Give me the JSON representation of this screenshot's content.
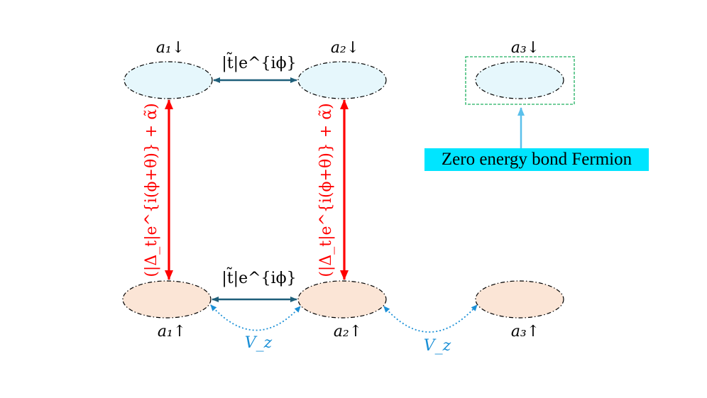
{
  "nodes": {
    "a1_down": {
      "label": "a₁↓",
      "color": "#e6f7fc"
    },
    "a2_down": {
      "label": "a₂↓",
      "color": "#e6f7fc"
    },
    "a3_down": {
      "label": "a₃↓",
      "color": "#e6f7fc"
    },
    "a1_up": {
      "label": "a₁↑",
      "color": "#fbe5d6"
    },
    "a2_up": {
      "label": "a₂↑",
      "color": "#fbe5d6"
    },
    "a3_up": {
      "label": "a₃↑",
      "color": "#fbe5d6"
    }
  },
  "hopping": {
    "top_label": "|t̃|e^{iϕ}",
    "bottom_label": "|t̃|e^{iϕ}",
    "color": "#1f5f7a"
  },
  "pairing": {
    "left_label": "(|Δ_t|e^{i(ϕ+θ)} + α̃)",
    "right_label": "(|Δ_t|e^{i(ϕ+θ)} + α̃)",
    "color": "#ff0000"
  },
  "zeeman": {
    "left_label": "V_z",
    "right_label": "V_z",
    "color": "#1a8fd6"
  },
  "callout": {
    "text": "Zero energy bond Fermion",
    "box_color": "#00e5ff",
    "frame_color": "#20b060",
    "arrow_color": "#5bc0eb"
  }
}
